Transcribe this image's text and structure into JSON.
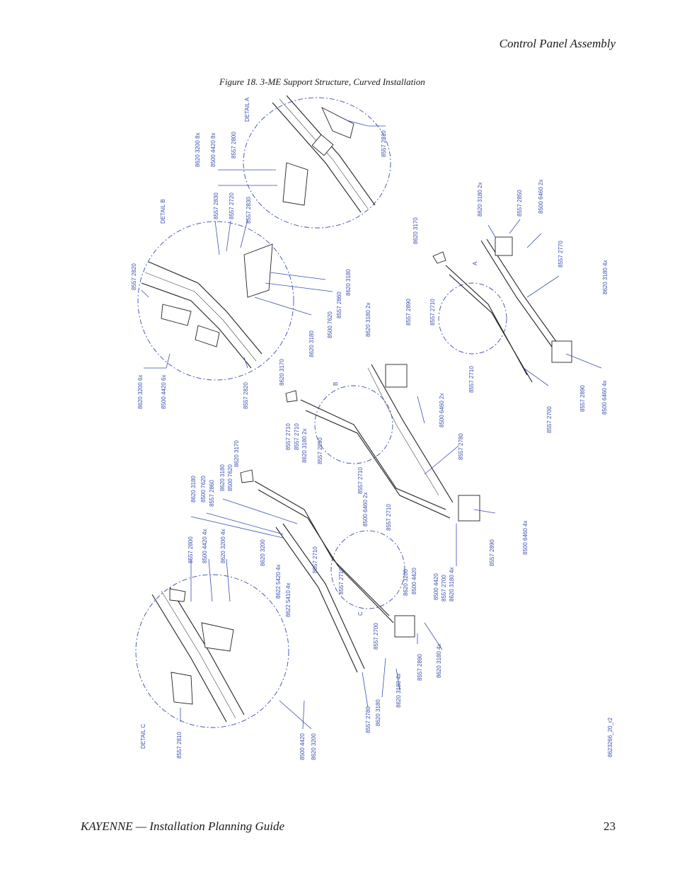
{
  "header": {
    "section_title": "Control Panel Assembly"
  },
  "figure": {
    "caption": "Figure 18.  3-ME Support Structure, Curved Installation",
    "drawing_id": "8623266_20_r2",
    "details": {
      "a": "DETAIL A",
      "b": "DETAIL B",
      "c": "DETAIL C"
    },
    "markers": {
      "a": "A",
      "b": "B",
      "c": "C"
    },
    "part_labels": [
      "8620 3200 8x",
      "8500 4420 8x",
      "8557 2800",
      "8557 2810",
      "8557 2830",
      "8557 2720",
      "8557 2830",
      "8557 2820",
      "8557 2860",
      "8620 3180",
      "8500 7620",
      "8620 3180",
      "8620 3200 6x",
      "8500 4420 6x",
      "8557 2820",
      "8620 3170",
      "8620 3180 2x",
      "8557 2890",
      "8620 3170",
      "8620 3180 2x",
      "8557 2850",
      "8500 6460 2x",
      "8557 2770",
      "8620 3180 4x",
      "8557 2710",
      "8557 2710",
      "8557 2700",
      "8557 2890",
      "8500 6460 4x",
      "8500 6460 2x",
      "8557 2780",
      "8557 2710",
      "8557 2710",
      "8620 3180 2x",
      "8557 2890",
      "8557 2710",
      "8500 6460 2x",
      "8557 2710",
      "8620 3170",
      "8620 3180",
      "8500 7620",
      "8557 2860",
      "8620 3180",
      "8500 7620",
      "8557 2800",
      "8500 4420 4x",
      "8620 3200 4x",
      "8620 3200",
      "8622 5420 4x",
      "8622 5410 4x",
      "8557 2710",
      "8557 2710",
      "8620 3200",
      "8500 4420",
      "8500 4420",
      "8557 2700",
      "8620 3180 4x",
      "8557 2890",
      "8500 6460 4x",
      "8557 2780",
      "8620 3180",
      "8620 3180 4x",
      "8557 2700",
      "8557 2890",
      "8620 3180 4x",
      "8557 2810",
      "8500 4420",
      "8620 3200"
    ]
  },
  "footer": {
    "guide_title": "KAYENNE  —  Installation Planning Guide",
    "page_number": "23"
  }
}
